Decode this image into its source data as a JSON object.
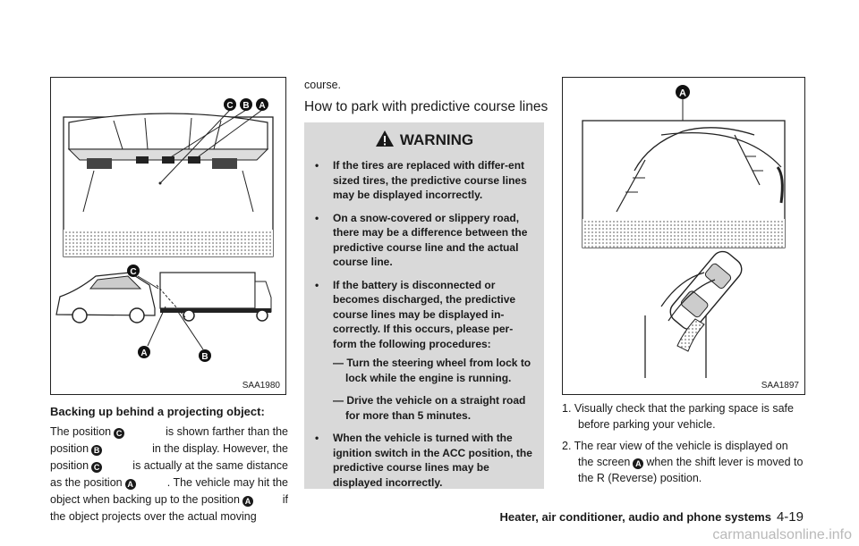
{
  "left": {
    "figure_code": "SAA1980",
    "markers": {
      "a": "A",
      "b": "B",
      "c": "C"
    },
    "caption": "Backing up behind a projecting object:",
    "p_l1_a": "The position",
    "p_l1_b": "is shown farther than the",
    "p_l2_a": "position",
    "p_l2_b": "in the display. However, the",
    "p_l3_a": "position",
    "p_l3_b": "is actually at the same distance",
    "p_l4_a": "as the position",
    "p_l4_b": ". The vehicle may hit the",
    "p_l5_a": "object when backing up to the position",
    "p_l5_b": "if",
    "p_l6": "the object projects over the actual moving"
  },
  "middle": {
    "continuation": "course.",
    "heading": "How to park with predictive course lines",
    "warning_title": "WARNING",
    "warnings": [
      "If the tires are replaced with differ-ent sized tires, the predictive course lines may be displayed incorrectly.",
      "On a snow-covered or slippery road, there may be a difference between the predictive course line and the actual course line.",
      "If the battery is disconnected or becomes discharged, the predictive course lines may be displayed in-correctly. If this occurs, please per-form the following procedures:",
      "When the vehicle is turned with the ignition switch in the ACC position, the predictive course lines may be displayed incorrectly."
    ],
    "sub_steps": [
      "— Turn the steering wheel from lock to lock while the engine is running.",
      "— Drive the vehicle on a straight road for more than 5 minutes."
    ],
    "bullet": "•"
  },
  "right": {
    "figure_code": "SAA1897",
    "marker": "A",
    "steps": [
      "1. Visually check that the parking space is safe before parking your vehicle.",
      "2. The rear view of the vehicle is displayed on"
    ],
    "step2_b": "the screen",
    "step2_c": "when the shift lever is moved to the R (Reverse) position."
  },
  "footer": {
    "section": "Heater, air conditioner, audio and phone systems",
    "page": "4-19"
  },
  "watermark": "carmanualsonline.info"
}
